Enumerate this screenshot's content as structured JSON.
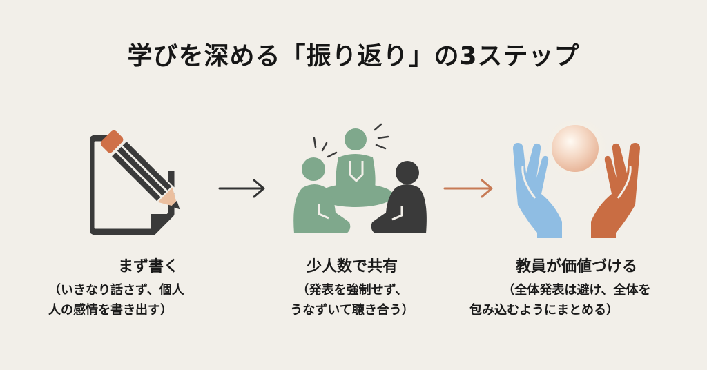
{
  "title": "学びを深める「振り返り」の3ステップ",
  "colors": {
    "background": "#f2efe9",
    "dark": "#3a3a3a",
    "orange": "#cf7048",
    "peach": "#ebbf9f",
    "green": "#7fa88c",
    "blue": "#8fbde3",
    "hand_orange": "#c96d43",
    "arrow_dark": "#333333",
    "arrow_orange": "#c77a55"
  },
  "steps": [
    {
      "icon": "pencil-note-icon",
      "heading": "まず書く",
      "sub_line1": "（いきなり話さず、個人",
      "sub_line2": "人の感情を書き出す）"
    },
    {
      "icon": "group-sitting-icon",
      "heading": "少人数で共有",
      "sub_line1": "（発表を強制せず、",
      "sub_line2": "うなずいて聴き合う）"
    },
    {
      "icon": "hands-holding-orb-icon",
      "heading": "教員が価値づける",
      "sub_line1": "（全体発表は避け、全体を",
      "sub_line2": "包み込むようにまとめる）"
    }
  ],
  "arrows": [
    "arrow-right-icon",
    "arrow-right-icon"
  ]
}
